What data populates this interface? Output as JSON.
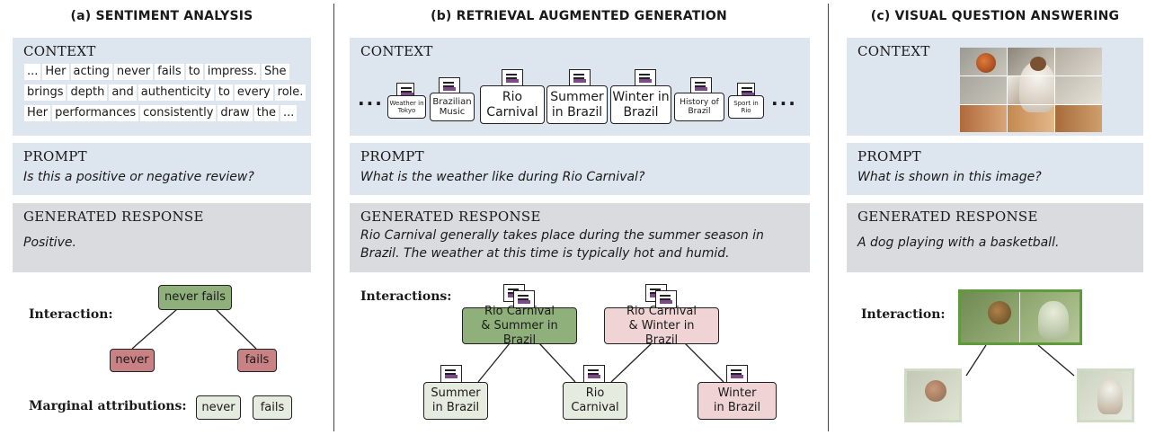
{
  "panels": {
    "a": {
      "title": "(a) SENTIMENT ANALYSIS",
      "context_header": "CONTEXT",
      "context_tokens": [
        [
          "...",
          "Her",
          "acting",
          "never",
          "fails",
          "to",
          "impress.",
          "She"
        ],
        [
          "brings",
          "depth",
          "and",
          "authenticity",
          "to",
          "every",
          "role."
        ],
        [
          "Her",
          "performances",
          "consistently",
          "draw",
          "the",
          "..."
        ]
      ],
      "prompt_header": "PROMPT",
      "prompt_text": "Is this a positive or negative review?",
      "response_header": "GENERATED RESPONSE",
      "response_text": "Positive.",
      "interaction_label": "Interaction:",
      "interaction_node": "never fails",
      "left_node": "never",
      "right_node": "fails",
      "marginal_label": "Marginal attributions:",
      "marginal_nodes": [
        "never",
        "fails"
      ]
    },
    "b": {
      "title": "(b) RETRIEVAL AUGMENTED GENERATION",
      "context_header": "CONTEXT",
      "docs": [
        "Weather in Tokyo",
        "Brazilian Music",
        "Rio Carnival",
        "Summer in Brazil",
        "Winter in Brazil",
        "History of Brazil",
        "Sport in Rio"
      ],
      "ellipsis": "...",
      "prompt_header": "PROMPT",
      "prompt_text": "What is the weather like during Rio Carnival?",
      "response_header": "GENERATED RESPONSE",
      "response_text_1": "Rio Carnival generally takes place during the summer season in",
      "response_text_2": "Brazil.  The weather at this time is typically hot and humid.",
      "interactions_label": "Interactions:",
      "pair_nodes": [
        "Rio Carnival & Summer in Brazil",
        "Rio Carnival & Winter in Brazil"
      ],
      "single_nodes": [
        "Summer in Brazil",
        "Rio Carnival",
        "Winter in Brazil"
      ]
    },
    "c": {
      "title": "(c) VISUAL QUESTION ANSWERING",
      "context_header": "CONTEXT",
      "prompt_header": "PROMPT",
      "prompt_text": "What is shown in this image?",
      "response_header": "GENERATED RESPONSE",
      "response_text": "A dog playing with a basketball.",
      "interaction_label": "Interaction:"
    }
  },
  "colors": {
    "green": "#8fb07a",
    "red": "#c98184",
    "light_green": "#e5ecdf",
    "pink": "#efd3d5",
    "context_bg": "#dde5ee",
    "response_bg": "#d9dbdf"
  }
}
